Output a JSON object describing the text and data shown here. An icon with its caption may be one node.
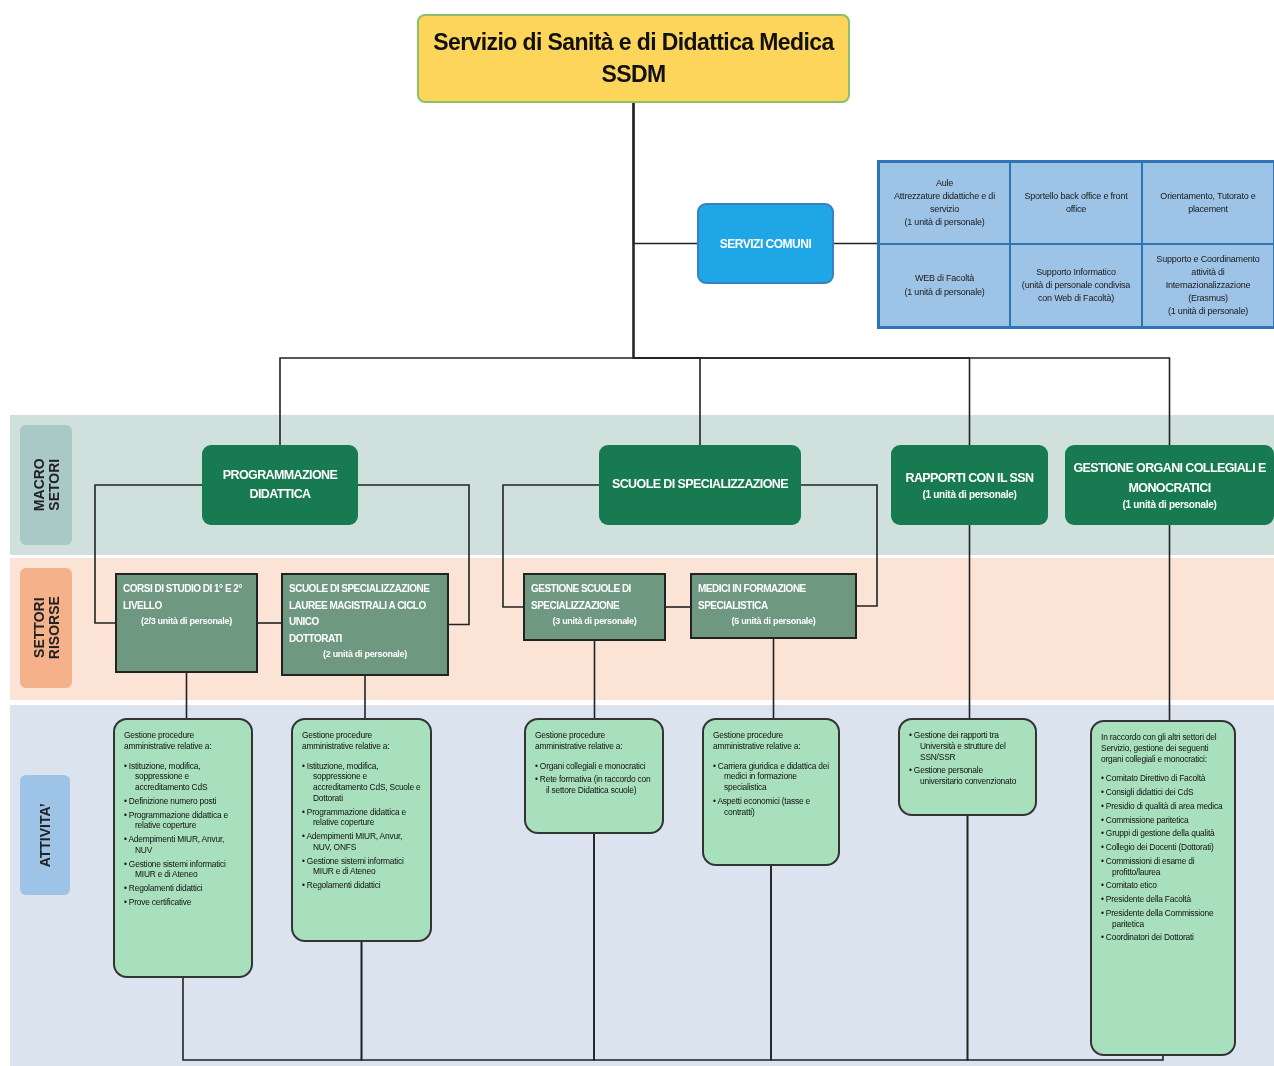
{
  "diagram": {
    "nodes": [
      {
        "text": [
          "Servizio di Sanità e di Didattica Medica",
          "SSDM"
        ]
      },
      {
        "text": [
          "SERVIZI COMUNI"
        ]
      },
      {
        "text": [],
        "shape": "box"
      },
      {
        "text": [
          "Aule",
          "Attrezzature didattiche e di servizio",
          "(1 unità di personale)"
        ],
        "in": 2
      },
      {
        "text": [
          "Sportello back office e front office"
        ],
        "in": 2
      },
      {
        "text": [
          "Orientamento, Tutorato e placement"
        ],
        "in": 2
      },
      {
        "text": [
          "WEB di Facoltà",
          "(1 unità di personale)"
        ],
        "in": 2
      },
      {
        "text": [
          "Supporto Informatico",
          "(unità di personale condivisa con Web di Facoltà)"
        ],
        "in": 2
      },
      {
        "text": [
          "Supporto e Coordinamento attività di Internazionalizzazione (Erasmus)",
          "(1 unità di personale)"
        ],
        "in": 2
      },
      {
        "text": [
          "MACRO SETORI"
        ]
      },
      {
        "text": [
          "PROGRAMMAZIONE DIDATTICA"
        ],
        "in": 9
      },
      {
        "text": [
          "SCUOLE DI SPECIALIZZAZIONE"
        ],
        "in": 9
      },
      {
        "text": [
          "RAPPORTI CON IL SSN",
          "(1 unità di personale)"
        ],
        "in": 9
      },
      {
        "text": [
          "GESTIONE ORGANI COLLEGIALI E MONOCRATICI",
          "(1 unità di personale)"
        ],
        "in": 9
      },
      {
        "text": [
          "SETTORI RISORSE"
        ]
      },
      {
        "text": [
          "CORSI DI STUDIO DI 1° E 2° LIVELLO",
          "(2/3 unità di personale)"
        ],
        "in": 14
      },
      {
        "text": [
          "SCUOLE DI SPECIALIZZAZIONE",
          "LAUREE MAGISTRALI A CICLO UNICO",
          "DOTTORATI",
          "(2 unità di personale)"
        ],
        "in": 14
      },
      {
        "text": [
          "GESTIONE SCUOLE DI SPECIALIZZAZIONE",
          "(3 unità di personale)"
        ],
        "in": 14
      },
      {
        "text": [
          "MEDICI IN FORMAZIONE SPECIALISTICA",
          "(5 unità di personale)"
        ],
        "in": 14
      },
      {
        "text": [
          "ATTIVITA’"
        ]
      },
      {
        "text": [
          "Gestione procedure amministrative relative a:",
          "• Istituzione, modifica, soppressione e accreditamento CdS",
          "• Definizione numero posti",
          "• Programmazione didattica e relative coperture",
          "• Adempimenti MIUR, Anvur, NUV",
          "• Gestione sistemi informatici MIUR e di Ateneo",
          "• Regolamenti didattici",
          "• Prove certificative"
        ],
        "in": 19
      },
      {
        "text": [
          "Gestione procedure amministrative relative a:",
          "• Istituzione, modifica, soppressione e accreditamento CdS, Scuole e Dottorati",
          "• Programmazione didattica e relative coperture",
          "• Adempimenti MIUR, Anvur, NUV, ONFS",
          "• Gestione sistemi informatici MIUR e di Ateneo",
          "• Regolamenti didattici"
        ],
        "in": 19
      },
      {
        "text": [
          "Gestione procedure amministrative relative a:",
          "• Organi collegiali e monocratici",
          "• Rete formativa (in raccordo con il settore Didattica scuole)"
        ],
        "in": 19
      },
      {
        "text": [
          "Gestione procedure amministrative relative a:",
          "• Carriera giuridica e didattica dei medici in formazione specialistica",
          "• Aspetti economici (tasse e contratti)"
        ],
        "in": 19
      },
      {
        "text": [
          "• Gestione dei rapporti tra Università e strutture del SSN/SSR",
          "• Gestione personale universitario convenzionato"
        ],
        "in": 19
      },
      {
        "text": [
          "In raccordo con gli altri settori del Servizio, gestione dei seguenti organi collegiali e monocratici:",
          "• Comitato Direttivo di Facoltà",
          "• Consigli didattici dei CdS",
          "• Presidio di qualità di area medica",
          "• Commissione paritetica",
          "• Gruppi di gestione della qualità",
          "• Collegio dei Docenti (Dottorati)",
          "• Commissioni di esame di profitto/laurea",
          "• Comitato etico",
          "• Presidente della Facoltà",
          "• Presidente della Commissione paritetica",
          "• Coordinatori dei Dottorati"
        ],
        "in": 19
      }
    ],
    "edges": [
      {
        "from": 0,
        "to": 1,
        "arrow": "none"
      },
      {
        "from": 1,
        "to": 2,
        "arrow": "none"
      },
      {
        "from": 0,
        "to": 10,
        "arrow": "none"
      },
      {
        "from": 0,
        "to": 11,
        "arrow": "none"
      },
      {
        "from": 0,
        "to": 12,
        "arrow": "none"
      },
      {
        "from": 0,
        "to": 13,
        "arrow": "none"
      },
      {
        "from": 10,
        "to": 15,
        "arrow": "none"
      },
      {
        "from": 10,
        "to": 16,
        "arrow": "none"
      },
      {
        "from": 15,
        "to": 16,
        "arrow": "none"
      },
      {
        "from": 11,
        "to": 17,
        "arrow": "none"
      },
      {
        "from": 11,
        "to": 18,
        "arrow": "none"
      },
      {
        "from": 17,
        "to": 18,
        "arrow": "none"
      },
      {
        "from": 15,
        "to": 20,
        "arrow": "none"
      },
      {
        "from": 16,
        "to": 21,
        "arrow": "none"
      },
      {
        "from": 17,
        "to": 22,
        "arrow": "none"
      },
      {
        "from": 18,
        "to": 23,
        "arrow": "none"
      },
      {
        "from": 12,
        "to": 24,
        "arrow": "none"
      },
      {
        "from": 13,
        "to": 25,
        "arrow": "none"
      },
      {
        "from": 20,
        "to": 21,
        "arrow": "none"
      },
      {
        "from": 21,
        "to": 22,
        "arrow": "none"
      },
      {
        "from": 22,
        "to": 23,
        "arrow": "none"
      },
      {
        "from": 23,
        "to": 24,
        "arrow": "none"
      },
      {
        "from": 24,
        "to": 25,
        "arrow": "none"
      }
    ]
  }
}
